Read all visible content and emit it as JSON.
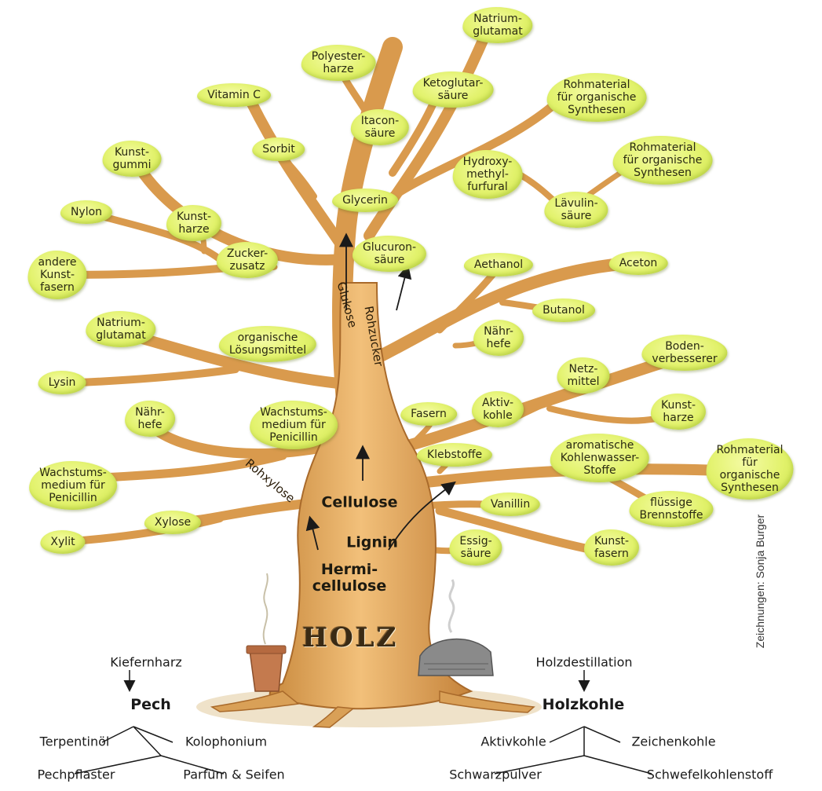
{
  "leaves": [
    {
      "id": "natriumglutamat-top",
      "text": "Natrium-\nglutamat"
    },
    {
      "id": "polyesterharze",
      "text": "Polyester-\nharze"
    },
    {
      "id": "ketoglutarsaeure",
      "text": "Ketoglutar-\nsäure"
    },
    {
      "id": "vitamin-c",
      "text": "Vitamin C"
    },
    {
      "id": "rohmaterial-1",
      "text": "Rohmaterial\nfür organische\nSynthesen"
    },
    {
      "id": "itaconsaeure",
      "text": "Itacon-\nsäure"
    },
    {
      "id": "kunstgummi",
      "text": "Kunst-\ngummi"
    },
    {
      "id": "sorbit",
      "text": "Sorbit"
    },
    {
      "id": "hydroxymethylfurfural",
      "text": "Hydroxy-\nmethyl-\nfurfural"
    },
    {
      "id": "rohmaterial-2",
      "text": "Rohmaterial\nfür organische\nSynthesen"
    },
    {
      "id": "glycerin",
      "text": "Glycerin"
    },
    {
      "id": "laevulinsaeure",
      "text": "Lävulin-\nsäure"
    },
    {
      "id": "nylon",
      "text": "Nylon"
    },
    {
      "id": "kunstharze-left",
      "text": "Kunst-\nharze"
    },
    {
      "id": "zuckerzusatz",
      "text": "Zucker-\nzusatz"
    },
    {
      "id": "glucuronsaeure",
      "text": "Glucuron-\nsäure"
    },
    {
      "id": "aethanol",
      "text": "Aethanol"
    },
    {
      "id": "aceton",
      "text": "Aceton"
    },
    {
      "id": "andere-kunstfasern",
      "text": "andere\nKunst-\nfasern"
    },
    {
      "id": "butanol",
      "text": "Butanol"
    },
    {
      "id": "naehrhefe-right",
      "text": "Nähr-\nhefe"
    },
    {
      "id": "natriumglutamat-left",
      "text": "Natrium-\nglutamat"
    },
    {
      "id": "organische-loesungsmittel",
      "text": "organische\nLösungsmittel"
    },
    {
      "id": "bodenverbesserer",
      "text": "Boden-\nverbesserer"
    },
    {
      "id": "netzmittel",
      "text": "Netz-\nmittel"
    },
    {
      "id": "lysin",
      "text": "Lysin"
    },
    {
      "id": "naehrhefe-left",
      "text": "Nähr-\nhefe"
    },
    {
      "id": "wachstumsmedium-center",
      "text": "Wachstums-\nmedium für\nPenicillin"
    },
    {
      "id": "fasern",
      "text": "Fasern"
    },
    {
      "id": "aktivkohle-leaf",
      "text": "Aktiv-\nkohle"
    },
    {
      "id": "kunstharze-right",
      "text": "Kunst-\nharze"
    },
    {
      "id": "aromatische-kohlenwasserstoffe",
      "text": "aromatische\nKohlenwasser-\nStoffe"
    },
    {
      "id": "klebstoffe",
      "text": "Klebstoffe"
    },
    {
      "id": "rohmaterial-3",
      "text": "Rohmaterial\nfür organische\nSynthesen"
    },
    {
      "id": "wachstumsmedium-left",
      "text": "Wachstums-\nmedium für\nPenicillin"
    },
    {
      "id": "vanillin",
      "text": "Vanillin"
    },
    {
      "id": "fluessige-brennstoffe",
      "text": "flüssige\nBrennstoffe"
    },
    {
      "id": "xylose",
      "text": "Xylose"
    },
    {
      "id": "xylit",
      "text": "Xylit"
    },
    {
      "id": "essigsaeure",
      "text": "Essig-\nsäure"
    },
    {
      "id": "kunstfasern-right",
      "text": "Kunst-\nfasern"
    }
  ],
  "trunk": {
    "cellulose": "Cellulose",
    "lignin": "Lignin",
    "hemicellulose": "Hermi-\ncellulose",
    "holz": "HOLZ"
  },
  "routes": {
    "glukose": "Glukose",
    "rohzucker": "Rohzucker",
    "rohxylose": "Rohxylose"
  },
  "bottom_left": {
    "source": "Kiefernharz",
    "product": "Pech",
    "terpentinoel": "Terpentinöl",
    "kolophonium": "Kolophonium",
    "pechpflaster": "Pechpflaster",
    "parfuem": "Parfüm & Seifen"
  },
  "bottom_right": {
    "source": "Holzdestillation",
    "product": "Holzkohle",
    "aktivkohle": "Aktivkohle",
    "zeichenkohle": "Zeichenkohle",
    "schwarzpulver": "Schwarzpulver",
    "schwefelkohlenstoff": "Schwefelkohlenstoff"
  },
  "credit": "Zeichnungen: Sonja Burger",
  "colors": {
    "leaf": "#e2f26c",
    "wood": "#e8b063",
    "wood_dark": "#b9772f"
  }
}
